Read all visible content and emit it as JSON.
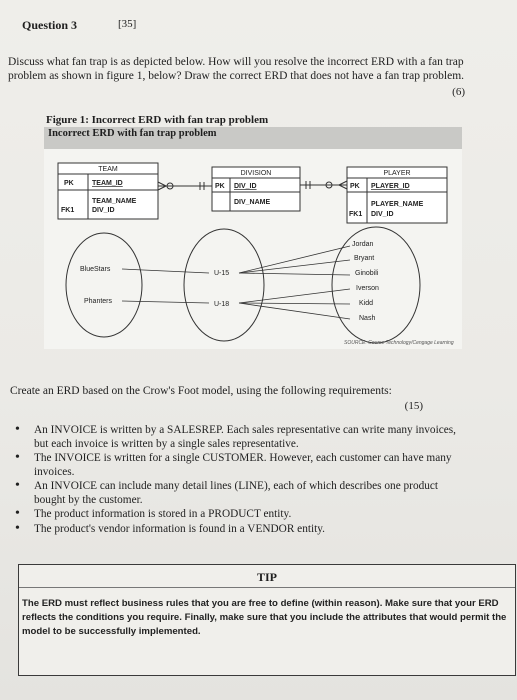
{
  "question": {
    "label": "Question 3",
    "marks": "[35]"
  },
  "discussion": {
    "text": "Discuss what fan trap is as depicted below. How will you resolve the incorrect ERD with a fan trap problem as shown in figure 1, below? Draw the correct ERD that does not have a fan trap problem.",
    "marks": "(6)"
  },
  "figure": {
    "title": "Figure 1: Incorrect ERD with fan trap problem",
    "banner": "Incorrect ERD with fan trap problem",
    "entities": {
      "team": {
        "name": "TEAM",
        "pk_key": "PK",
        "pk_attr": "TEAM_ID",
        "attr1": "TEAM_NAME",
        "fk_key": "FK1",
        "fk_attr": "DIV_ID"
      },
      "division": {
        "name": "DIVISION",
        "pk_key": "PK",
        "pk_attr": "DIV_ID",
        "attr1": "DIV_NAME"
      },
      "player": {
        "name": "PLAYER",
        "pk_key": "PK",
        "pk_attr": "PLAYER_ID",
        "attr1": "PLAYER_NAME",
        "fk_key": "FK1",
        "fk_attr": "DIV_ID"
      }
    },
    "teams": [
      "BlueStars",
      "Phanters"
    ],
    "divisions": [
      "U-15",
      "U-18"
    ],
    "players": [
      "Jordan",
      "Bryant",
      "Ginobili",
      "Iverson",
      "Kidd",
      "Nash"
    ],
    "source": "SOURCE: Course Technology/Cengage Learning"
  },
  "task": {
    "intro": "Create an ERD based on the Crow's Foot model, using the following requirements:",
    "marks": "(15)",
    "requirements": [
      "An INVOICE is written by a SALESREP. Each sales representative can write many invoices, but each invoice is written by a single sales representative.",
      "The INVOICE is written for a single CUSTOMER. However, each customer can have many invoices.",
      "An INVOICE can include many detail lines (LINE), each of which describes one product bought by the customer.",
      "The product information is stored in a PRODUCT entity.",
      "The product's vendor information is found in a VENDOR entity."
    ]
  },
  "tip": {
    "title": "TIP",
    "text": "The ERD must reflect business rules that you are free to define (within reason). Make sure that your ERD reflects the conditions you require. Finally, make sure that you include the attributes that would permit the model to be successfully implemented."
  }
}
